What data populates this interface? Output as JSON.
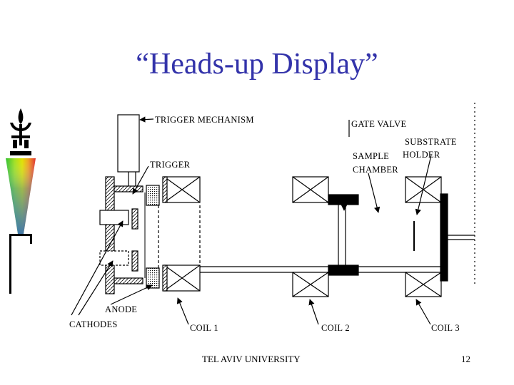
{
  "slide": {
    "title": "“Heads-up Display”",
    "footer_text": "TEL AVIV UNIVERSITY",
    "page_number": "12"
  },
  "diagram": {
    "labels": {
      "trigger_mechanism": "TRIGGER MECHANISM",
      "trigger": "TRIGGER",
      "gate_valve": "GATE VALVE",
      "sample_chamber_1": "SAMPLE",
      "sample_chamber_2": "CHAMBER",
      "substrate_holder_1": "SUBSTRATE",
      "substrate_holder_2": "HOLDER",
      "anode": "ANODE",
      "cathodes": "CATHODES",
      "coil_1": "COIL 1",
      "coil_2": "COIL 2",
      "coil_3": "COIL 3"
    }
  },
  "logo": {
    "name": "tel-aviv-university-logo",
    "gradient_colors": [
      "#e0e000",
      "#30c030",
      "#2070e0",
      "#e03030"
    ]
  }
}
